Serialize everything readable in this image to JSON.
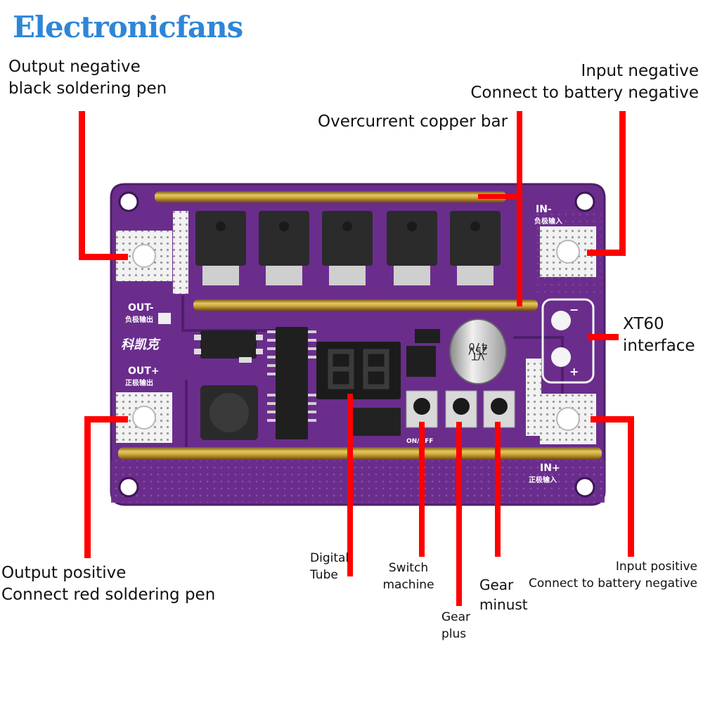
{
  "brand": {
    "name": "Electronicfans"
  },
  "board": {
    "silkscreen": {
      "in_minus": "IN-",
      "in_minus_cn": "负极输入",
      "out_minus": "OUT-",
      "out_minus_cn": "负极输出",
      "out_plus": "OUT+",
      "out_plus_cn": "正极输出",
      "in_plus": "IN+",
      "in_plus_cn": "正极输入",
      "maker": "科凯克",
      "on_off": "ON/OFF",
      "cap_value": "470",
      "cap_voltage": "25V",
      "cap_series": "VT",
      "xt60_minus": "−",
      "xt60_plus": "+"
    }
  },
  "annotations": {
    "output_negative": {
      "line1": "Output negative",
      "line2": "black soldering pen"
    },
    "input_negative": {
      "line1": "Input negative",
      "line2": "Connect to battery negative"
    },
    "copper_bar": {
      "label": "Overcurrent copper bar"
    },
    "xt60": {
      "line1": "XT60",
      "line2": "interface"
    },
    "output_positive": {
      "line1": "Output positive",
      "line2": "Connect red soldering pen"
    },
    "digital_tube": {
      "line1": "Digital",
      "line2": "Tube"
    },
    "switch": {
      "line1": "Switch",
      "line2": "machine"
    },
    "gear_minus": {
      "line1": "Gear",
      "line2": "minust"
    },
    "gear_plus": {
      "line1": "Gear",
      "line2": "plus"
    },
    "input_positive": {
      "line1": "Input positive",
      "line2": "Connect to battery negative"
    }
  },
  "colors": {
    "pcb": "#6a2d8c",
    "pcb_dark": "#4e1f6b",
    "copper": "#c9a23a",
    "pad": "#e9e9e9",
    "arrow": "#ff0000",
    "brand": "#2e86d8"
  }
}
